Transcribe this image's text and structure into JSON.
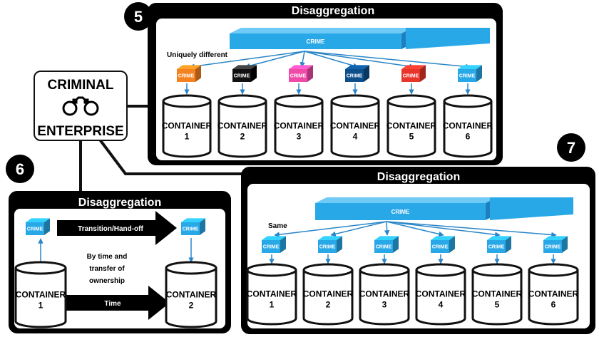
{
  "enterprise": {
    "line1": "CRIMINAL",
    "line2": "ENTERPRISE",
    "icon": "handcuffs-icon"
  },
  "panel5": {
    "badge": "5",
    "title": "Disaggregation",
    "crime_label": "CRIME",
    "note": "Uniquely different",
    "cube_colors": [
      "#f58220",
      "#111111",
      "#ef4aa7",
      "#0d4f8b",
      "#e8352a",
      "#29a8e8"
    ],
    "containers": [
      {
        "word": "CONTAINER",
        "num": "1"
      },
      {
        "word": "CONTAINER",
        "num": "2"
      },
      {
        "word": "CONTAINER",
        "num": "3"
      },
      {
        "word": "CONTAINER",
        "num": "4"
      },
      {
        "word": "CONTAINER",
        "num": "5"
      },
      {
        "word": "CONTAINER",
        "num": "6"
      }
    ]
  },
  "panel6": {
    "badge": "6",
    "title": "Disaggregation",
    "crime_label": "CRIME",
    "handoff": "Transition/Hand-off",
    "note_lines": [
      "By time and",
      "transfer of",
      "ownership"
    ],
    "time": "Time",
    "containers": [
      {
        "word": "CONTAINER",
        "num": "1"
      },
      {
        "word": "CONTAINER",
        "num": "2"
      }
    ]
  },
  "panel7": {
    "badge": "7",
    "title": "Disaggregation",
    "crime_label": "CRIME",
    "note": "Same",
    "containers": [
      {
        "word": "CONTAINER",
        "num": "1"
      },
      {
        "word": "CONTAINER",
        "num": "2"
      },
      {
        "word": "CONTAINER",
        "num": "3"
      },
      {
        "word": "CONTAINER",
        "num": "4"
      },
      {
        "word": "CONTAINER",
        "num": "5"
      },
      {
        "word": "CONTAINER",
        "num": "6"
      }
    ]
  },
  "colors": {
    "cube": "#29a8e8",
    "cube_dark": "#1c7fc0",
    "cube_light": "#6fcaf5",
    "arrow": "#2a85c8"
  }
}
